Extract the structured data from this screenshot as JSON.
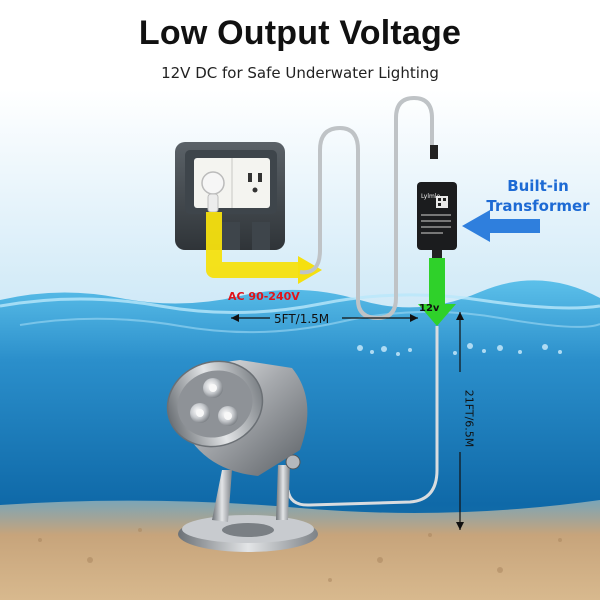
{
  "header": {
    "title": "Low Output Voltage",
    "subtitle": "12V DC for Safe Underwater Lighting"
  },
  "callouts": {
    "input_voltage": "AC 90-240V",
    "cable_to_transformer": "5FT/1.5M",
    "output_voltage": "12v",
    "transformer_label_line1": "Built-in",
    "transformer_label_line2": "Transformer",
    "cable_to_light": "21FT/6.5M"
  },
  "transformer": {
    "brand_text": "Lylmle"
  },
  "colors": {
    "title_text": "#111111",
    "input_voltage_text": "#e0141a",
    "transformer_label_text": "#1d6ad4",
    "flow_arrow": "#f5e00f",
    "output_arrow": "#2fd12a",
    "callout_arrow": "#2f7fdd",
    "water_deep": "#0d5f9e",
    "water_surface": "#56b6e3",
    "sand": "#c9a77c"
  },
  "icons": {
    "outlet": "outlet-icon",
    "plug": "plug-icon",
    "transformer": "transformer-box-icon",
    "light": "underwater-spotlight-icon"
  }
}
